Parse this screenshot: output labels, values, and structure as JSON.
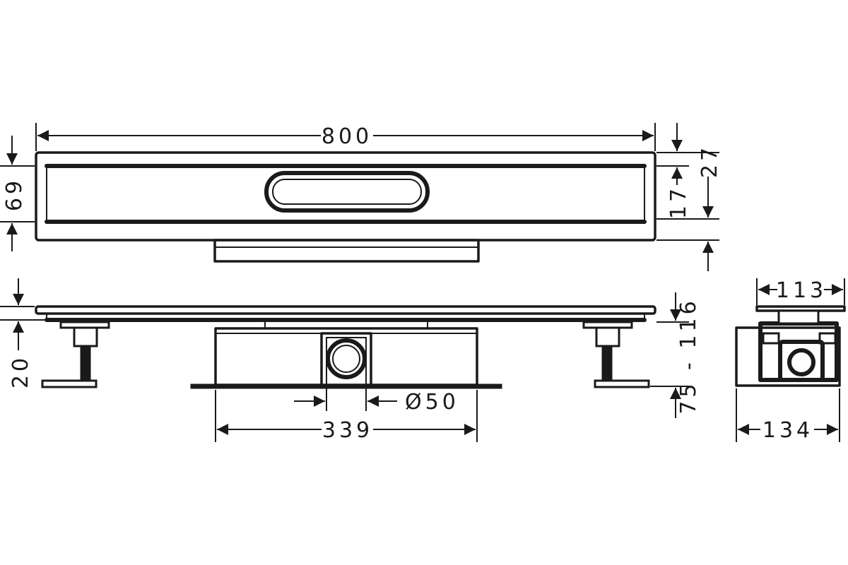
{
  "dimensions": {
    "overall_length": "800",
    "frame_height": "69",
    "total_height_right": "27",
    "slot_height": "17",
    "cover_thickness": "20",
    "install_height": "75 - 116",
    "outlet_diameter": "Ø50",
    "body_length": "339",
    "section_width_top": "113",
    "section_width_bottom": "134"
  }
}
